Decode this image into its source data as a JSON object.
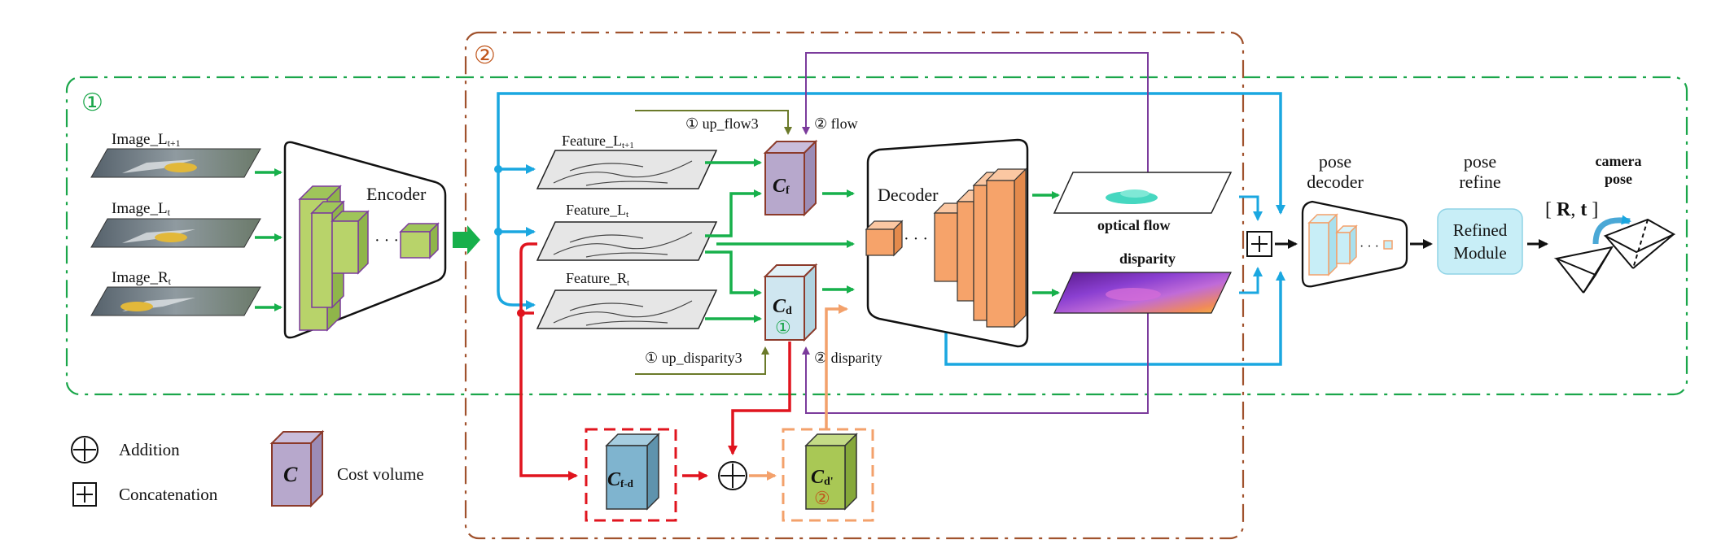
{
  "regions": {
    "region1_marker": "①",
    "region2_marker": "②"
  },
  "inputs": {
    "image_l_t1": {
      "main": "Image_L",
      "sub": "t+1"
    },
    "image_l_t": {
      "main": "Image_L",
      "sub": "t"
    },
    "image_r_t": {
      "main": "Image_R",
      "sub": "t"
    }
  },
  "features": {
    "feature_l_t1": {
      "main": "Feature_L",
      "sub": "t+1"
    },
    "feature_l_t": {
      "main": "Feature_L",
      "sub": "t"
    },
    "feature_r_t": {
      "main": "Feature_R",
      "sub": "t"
    }
  },
  "encoder": {
    "label": "Encoder",
    "dots": "· · ·"
  },
  "decoder": {
    "label": "Decoder",
    "dots": "· · ·"
  },
  "cost_volumes": {
    "cf": {
      "main": "C",
      "sub": "f"
    },
    "cd": {
      "main": "C",
      "sub": "d",
      "marker": "①"
    },
    "cfd": {
      "main": "C",
      "sub": "f-d"
    },
    "cd_prime": {
      "main": "C",
      "sub": "d'",
      "marker": "②"
    }
  },
  "flow_labels": {
    "up_flow3": "① up_flow3",
    "flow2": "② flow",
    "up_disparity3": "① up_disparity3",
    "disparity2": "② disparity"
  },
  "outputs": {
    "optical_flow": "optical flow",
    "disparity": "disparity"
  },
  "pose": {
    "decoder_label_1": "pose",
    "decoder_label_2": "decoder",
    "refine_label_1": "pose",
    "refine_label_2": "refine",
    "refined_1": "Refined",
    "refined_2": "Module",
    "camera_1": "camera",
    "camera_2": "pose",
    "rt_open": "[",
    "rt_r": "R",
    "rt_comma": ",",
    "rt_t": "t",
    "rt_close": "]",
    "dots": "· · ·"
  },
  "legend": {
    "addition": "Addition",
    "concatenation": "Concatenation",
    "cost_symbol": "C",
    "cost_volume": "Cost volume"
  },
  "colors": {
    "green_region": "#1aa64a",
    "orange_region": "#a0522d",
    "green_arrow": "#17b04b",
    "blue_arrow": "#1aa7e0",
    "red_arrow": "#e0141e",
    "purple_arrow": "#7b3b9c",
    "olive_arrow": "#6b7a2a",
    "peach_arrow": "#f3a16b",
    "encoder_green": "#b8d36a",
    "decoder_orange": "#f6a36a",
    "cf_fill": "#b7a8cc",
    "cd_fill": "#cfe6f0",
    "cfd_fill": "#7fb4cf",
    "cdp_fill": "#a9c855",
    "refined_fill": "#c8eef7"
  }
}
